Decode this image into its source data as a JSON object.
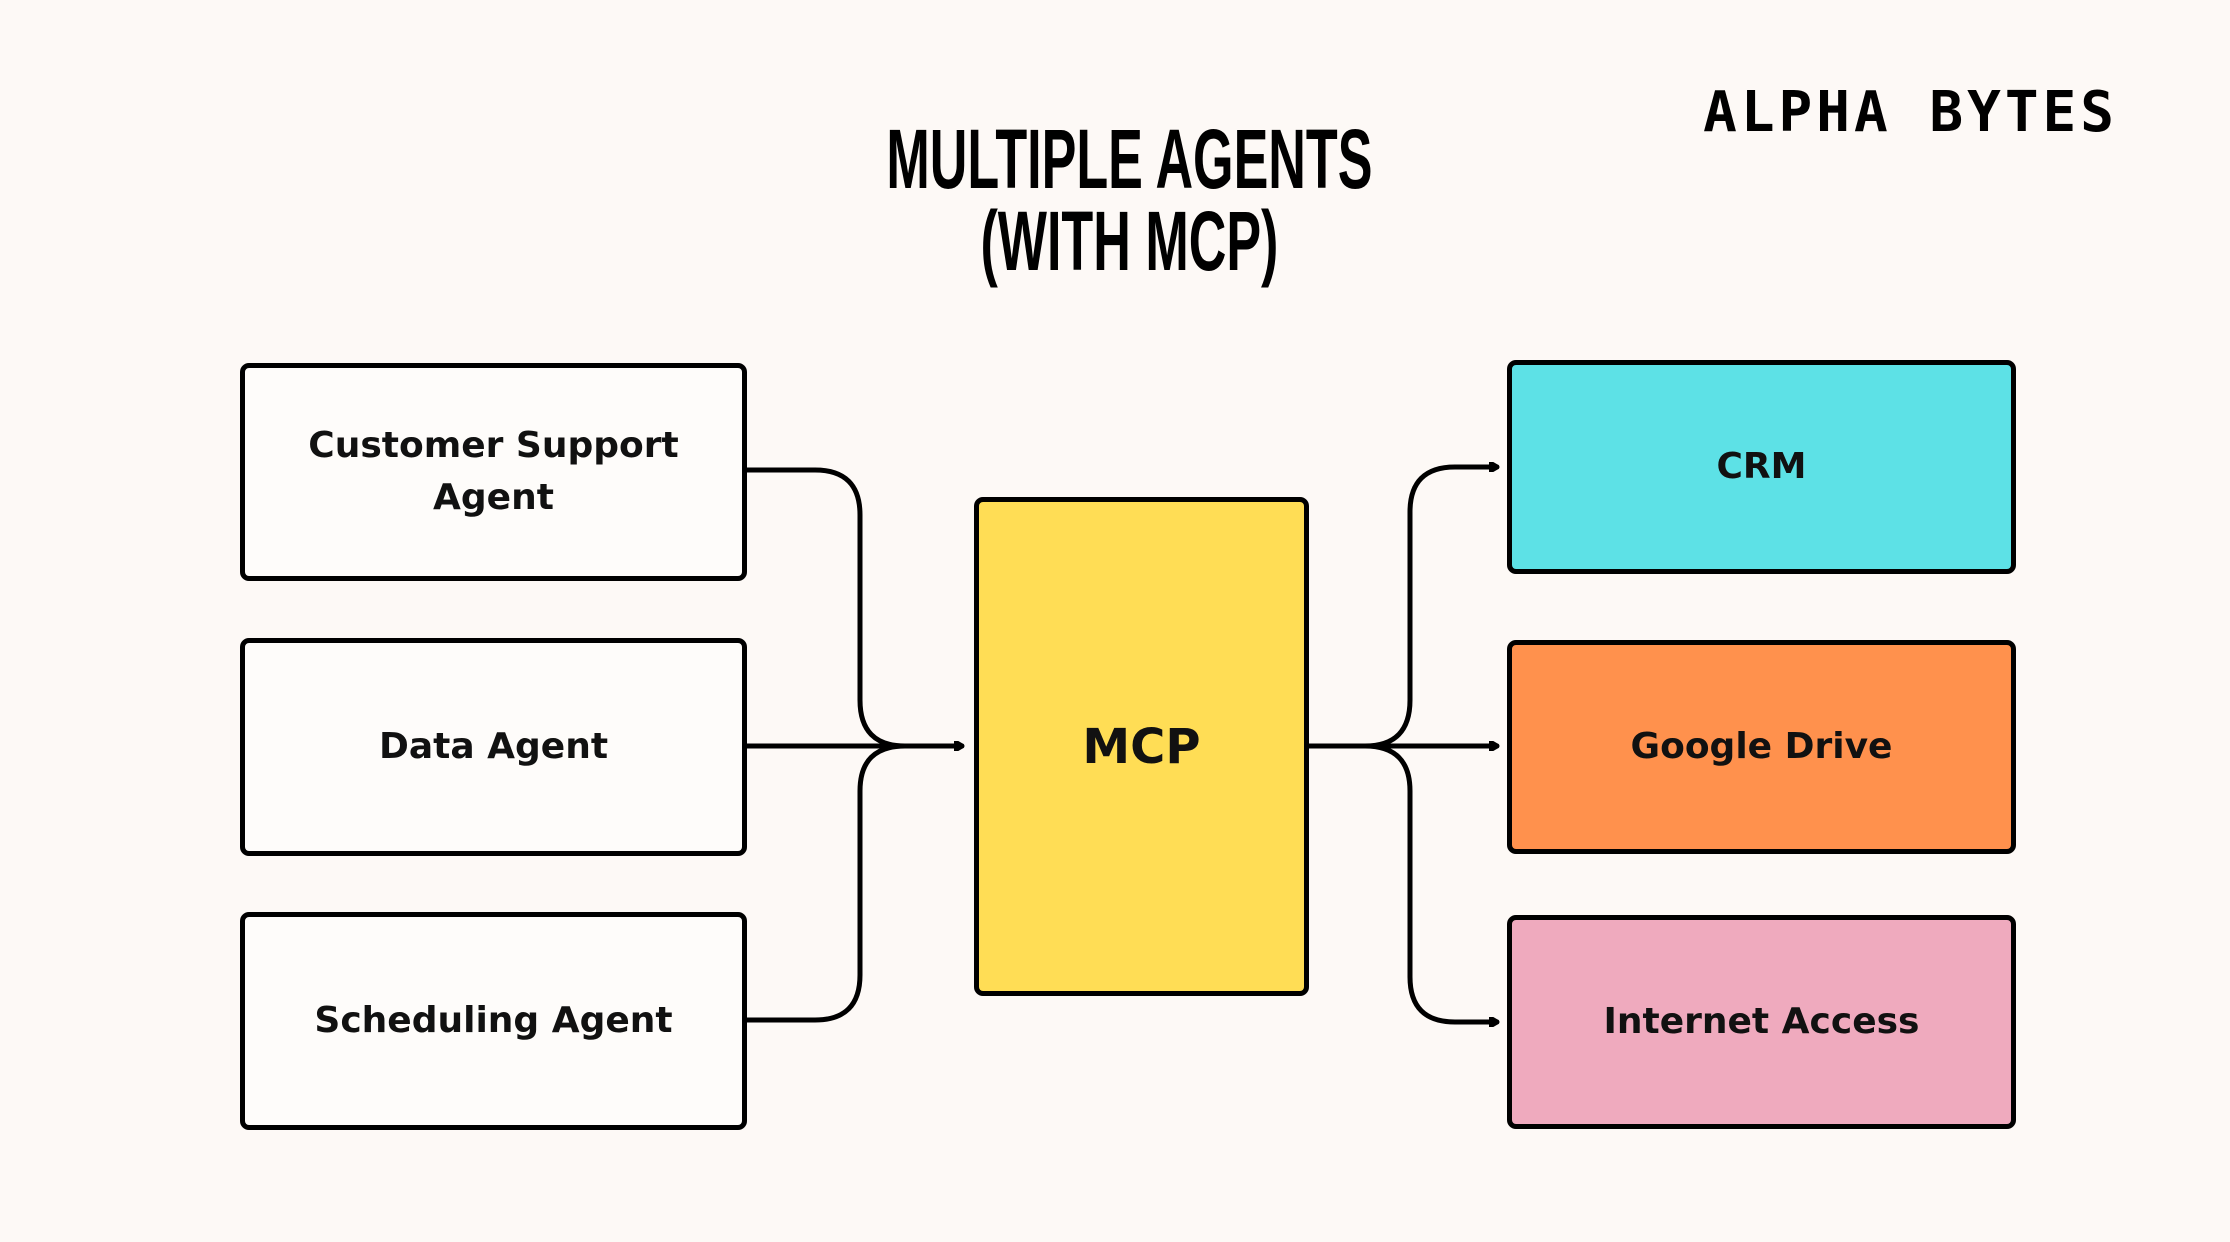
{
  "brand": {
    "name": "ALPHA BYTES"
  },
  "title": {
    "line1": "MULTIPLE AGENTS",
    "line2": "(WITH MCP)"
  },
  "agents": [
    {
      "label": "Customer Support\nAgent"
    },
    {
      "label": "Data Agent"
    },
    {
      "label": "Scheduling Agent"
    }
  ],
  "hub": {
    "label": "MCP",
    "color": "#ffdd55"
  },
  "tools": [
    {
      "label": "CRM",
      "color": "#5de1e6"
    },
    {
      "label": "Google Drive",
      "color": "#ff914d"
    },
    {
      "label": "Internet Access",
      "color": "#efaabe"
    }
  ]
}
